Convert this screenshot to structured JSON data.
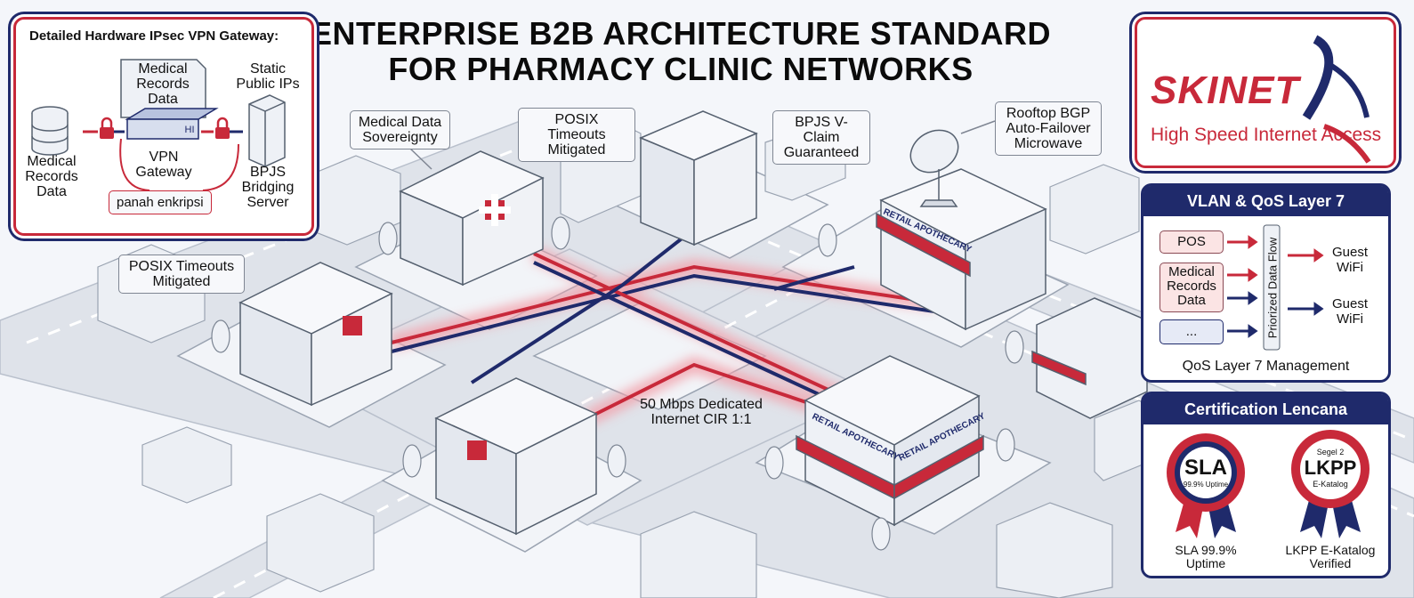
{
  "title": {
    "line1": "ENTERPRISE B2B ARCHITECTURE STANDARD",
    "line2": "FOR PHARMACY CLINIC NETWORKS"
  },
  "gateway_panel": {
    "title": "Detailed Hardware IPsec VPN Gateway:",
    "records_doc": "Medical Records Data",
    "static_ips": "Static Public IPs",
    "left_label": "Medical Records Data",
    "vpn_label": "VPN Gateway",
    "server_label": "BPJS Bridging Server",
    "encryption_label": "panah enkripsi",
    "device_text": "HI"
  },
  "callouts": {
    "sovereignty": "Medical Data Sovereignty",
    "posix_top": "POSIX Timeouts Mitigated",
    "bpjs": "BPJS V-Claim Guaranteed",
    "microwave": "Rooftop BGP Auto-Failover Microwave",
    "posix_left": "POSIX Timeouts Mitigated",
    "bandwidth": "50 Mbps Dedicated Internet CIR 1:1"
  },
  "signs": {
    "apothecary_upper": "RETAIL APOTHECARY",
    "apothecary_lower_a": "RETAIL APOTHECARY",
    "apothecary_lower_b": "RETAIL APOTHECARY"
  },
  "logo": {
    "brand": "SKINET",
    "tagline": "High Speed Internet Access"
  },
  "qos": {
    "title": "VLAN & QoS Layer 7",
    "inputs": [
      "POS",
      "Medical Records Data",
      "..."
    ],
    "flow_label": "Priorized Data Flow",
    "outputs": [
      "Guest WiFi",
      "Guest WiFi"
    ],
    "footer": "QoS Layer 7 Management"
  },
  "certs": {
    "title": "Certification Lencana",
    "sla_big": "SLA",
    "sla_small": "99.9% Uptime",
    "sla_caption": "SLA 99.9% Uptime",
    "lkpp_top": "Segel 2",
    "lkpp_big": "LKPP",
    "lkpp_small": "E-Katalog",
    "lkpp_caption": "LKPP E-Katalog Verified"
  },
  "colors": {
    "navy": "#1f2a6b",
    "red": "#c8293a",
    "building": "#e9edf3",
    "road": "#d8dde6"
  }
}
